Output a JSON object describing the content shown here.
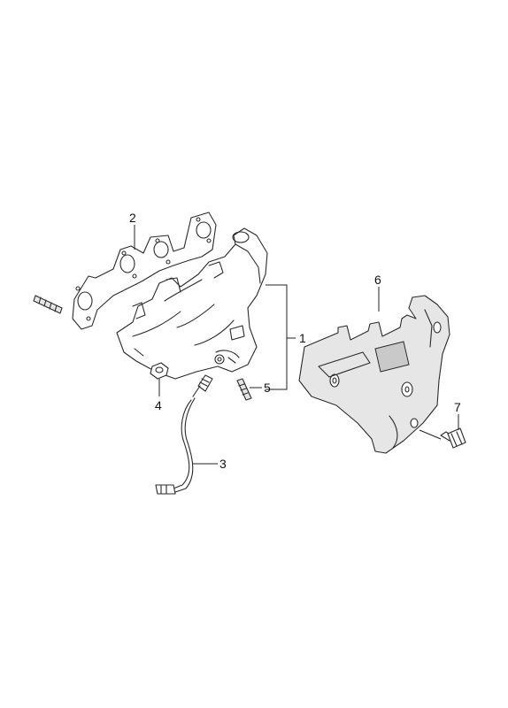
{
  "callouts": [
    {
      "id": "c1",
      "text": "1"
    },
    {
      "id": "c2",
      "text": "2"
    },
    {
      "id": "c3",
      "text": "3"
    },
    {
      "id": "c4",
      "text": "4"
    },
    {
      "id": "c5",
      "text": "5"
    },
    {
      "id": "c6",
      "text": "6"
    },
    {
      "id": "c7",
      "text": "7"
    }
  ]
}
